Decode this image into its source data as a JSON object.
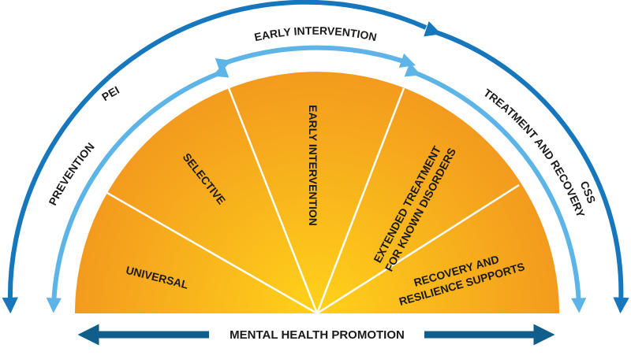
{
  "diagram": {
    "colors": {
      "outer_arc": "#1777bd",
      "inner_arc": "#5db4e6",
      "bottom_arrow": "#0f5e8c",
      "fan_center": "#ffd21a",
      "fan_edge": "#f39a1e",
      "divider": "#ffffff",
      "text": "#1a1a1a"
    },
    "outer_arc_labels": {
      "left": "PEI",
      "right": "CSS"
    },
    "inner_arc_labels": {
      "left": "PREVENTION",
      "top": "EARLY INTERVENTION",
      "right": "TREATMENT AND RECOVERY"
    },
    "segments": [
      {
        "lines": [
          "UNIVERSAL"
        ]
      },
      {
        "lines": [
          "SELECTIVE"
        ]
      },
      {
        "lines": [
          "EARLY INTERVENTION"
        ]
      },
      {
        "lines": [
          "EXTENDED TREATMENT",
          "FOR KNOWN DISORDERS"
        ]
      },
      {
        "lines": [
          "RECOVERY AND",
          "RESILIENCE SUPPORTS"
        ]
      }
    ],
    "bottom_label": "MENTAL HEALTH PROMOTION"
  }
}
